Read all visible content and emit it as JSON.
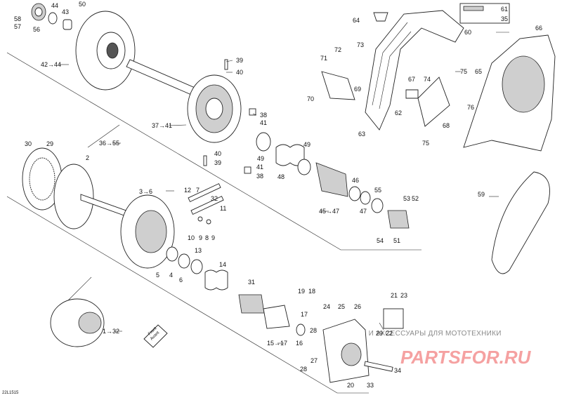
{
  "diagram": {
    "code": "22L1515",
    "front_label": [
      "Front",
      "Avant"
    ],
    "watermark": {
      "line1": "ЗАПЧАСТИ И АКСЕССУАРЫ ДЛЯ МОТОТЕХНИКИ",
      "line2": "PARTSFOR.RU"
    },
    "callouts": [
      "58",
      "57",
      "56",
      "44",
      "43",
      "50",
      "42→44",
      "39",
      "40",
      "38",
      "41",
      "37→41",
      "36→55",
      "40",
      "39",
      "41",
      "38",
      "49",
      "49",
      "48",
      "46",
      "45→47",
      "47",
      "55",
      "53",
      "52",
      "54",
      "51",
      "30",
      "29",
      "2",
      "3→6",
      "12",
      "7",
      "32",
      "11",
      "10",
      "9",
      "8",
      "9",
      "13",
      "5",
      "4",
      "6",
      "14",
      "31",
      "19",
      "18",
      "17",
      "15→17",
      "16",
      "24",
      "25",
      "26",
      "21",
      "23",
      "22",
      "29",
      "28",
      "27",
      "28",
      "20",
      "33",
      "34",
      "1→32",
      "64",
      "61",
      "35",
      "60",
      "66",
      "71",
      "72",
      "73",
      "70",
      "69",
      "75",
      "65",
      "67",
      "74",
      "62",
      "63",
      "68",
      "75",
      "76",
      "59"
    ]
  }
}
